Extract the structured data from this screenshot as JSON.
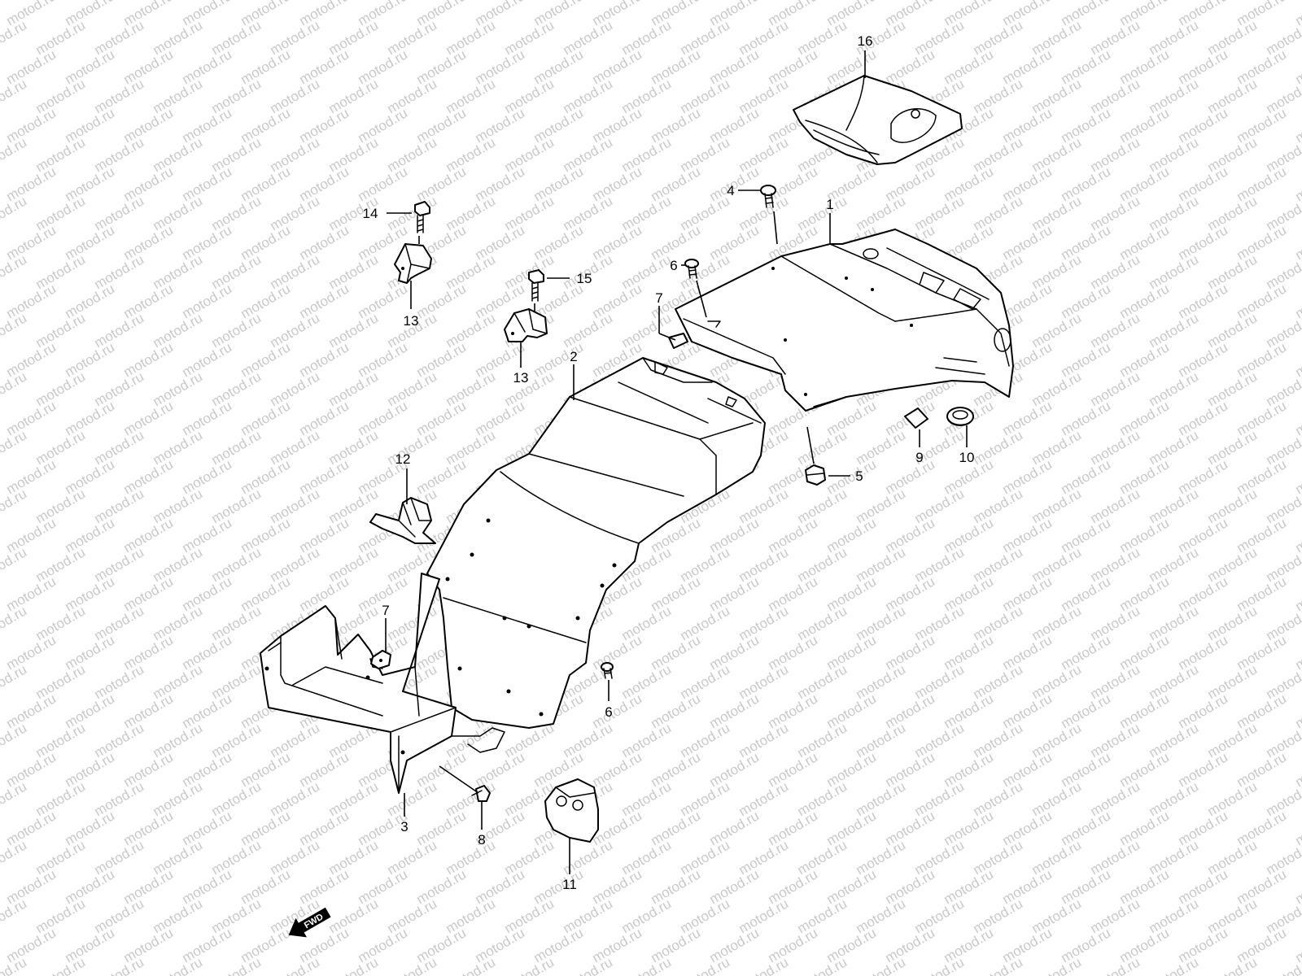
{
  "watermark": {
    "text": "motod.ru",
    "color": "#c9c9c9"
  },
  "direction_marker": {
    "label": "FWD",
    "icon": "arrow-left-down-icon"
  },
  "callouts": [
    {
      "id": "c1",
      "label": "1"
    },
    {
      "id": "c2",
      "label": "2"
    },
    {
      "id": "c3",
      "label": "3"
    },
    {
      "id": "c4",
      "label": "4"
    },
    {
      "id": "c5",
      "label": "5"
    },
    {
      "id": "c6a",
      "label": "6"
    },
    {
      "id": "c6b",
      "label": "6"
    },
    {
      "id": "c7a",
      "label": "7"
    },
    {
      "id": "c7b",
      "label": "7"
    },
    {
      "id": "c8",
      "label": "8"
    },
    {
      "id": "c9",
      "label": "9"
    },
    {
      "id": "c10",
      "label": "10"
    },
    {
      "id": "c11",
      "label": "11"
    },
    {
      "id": "c12",
      "label": "12"
    },
    {
      "id": "c13a",
      "label": "13"
    },
    {
      "id": "c13b",
      "label": "13"
    },
    {
      "id": "c14",
      "label": "14"
    },
    {
      "id": "c15",
      "label": "15"
    },
    {
      "id": "c16",
      "label": "16"
    }
  ],
  "colors": {
    "line": "#000000",
    "background": "#ffffff"
  }
}
